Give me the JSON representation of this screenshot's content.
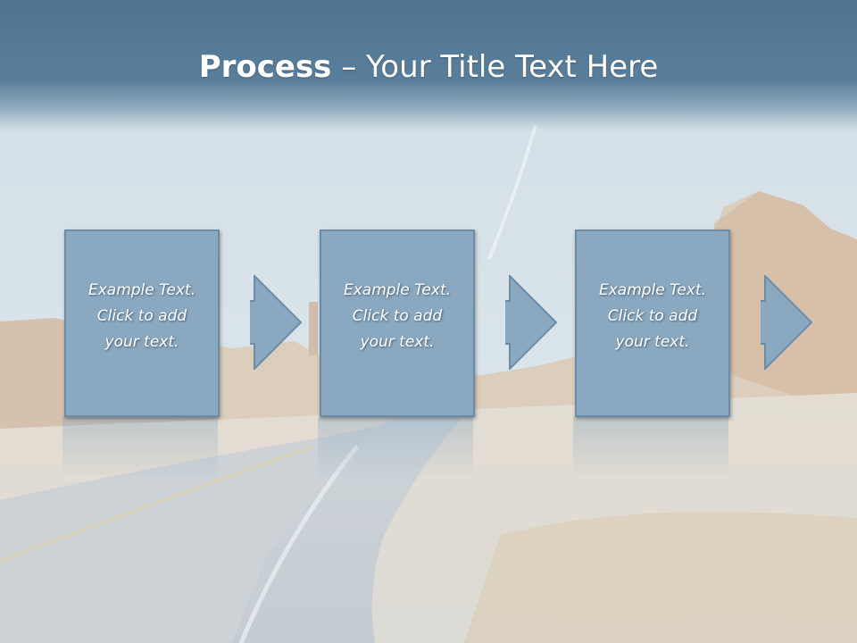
{
  "title": {
    "bold": "Process",
    "rest": " – Your Title Text Here"
  },
  "steps": [
    {
      "line1": "Example Text.",
      "line2": "Click  to add",
      "line3": "your text."
    },
    {
      "line1": "Example Text.",
      "line2": "Click  to add",
      "line3": "your text."
    },
    {
      "line1": "Example Text.",
      "line2": "Click  to add",
      "line3": "your text."
    }
  ],
  "colors": {
    "header": "#5a7f9c",
    "box_fill": "#8aa8bf",
    "box_border": "#6d8ba3",
    "text": "#ffffff"
  },
  "background": {
    "icon": "desert-road-photo-background"
  }
}
